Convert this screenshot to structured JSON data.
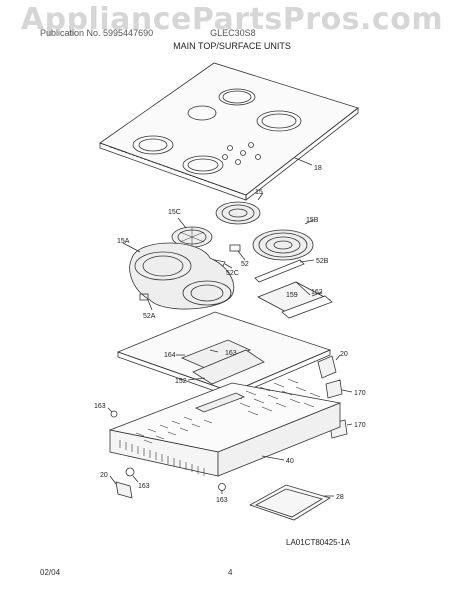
{
  "watermark": "AppliancePartsPros.com",
  "header": {
    "publication_text": "Publication No. 5995447690",
    "model_text": "GLEC30S8",
    "section_title": "MAIN TOP/SURFACE UNITS"
  },
  "callouts": {
    "main_top": "18",
    "element_small_upper": "15",
    "element_small_left": "15C",
    "element_large_right": "15B",
    "element_dual_left": "15A",
    "clip_center": "52",
    "clip_center_lower": "52C",
    "clip_right": "52B",
    "clip_left": "52A",
    "shield_upper": "159",
    "insulation": "162",
    "bracket_left": "164",
    "bracket_screw": "163",
    "support_bar": "152",
    "terminal_block": "20",
    "strain_relief": "170",
    "screw_left": "163",
    "screw_lower_left": "163",
    "screw_bottom": "163",
    "box": "40",
    "terminal_lower": "20",
    "cover_plate": "28"
  },
  "illustration_id": "LA01CT80425-1A",
  "footer": {
    "date": "02/04",
    "page": "4"
  }
}
